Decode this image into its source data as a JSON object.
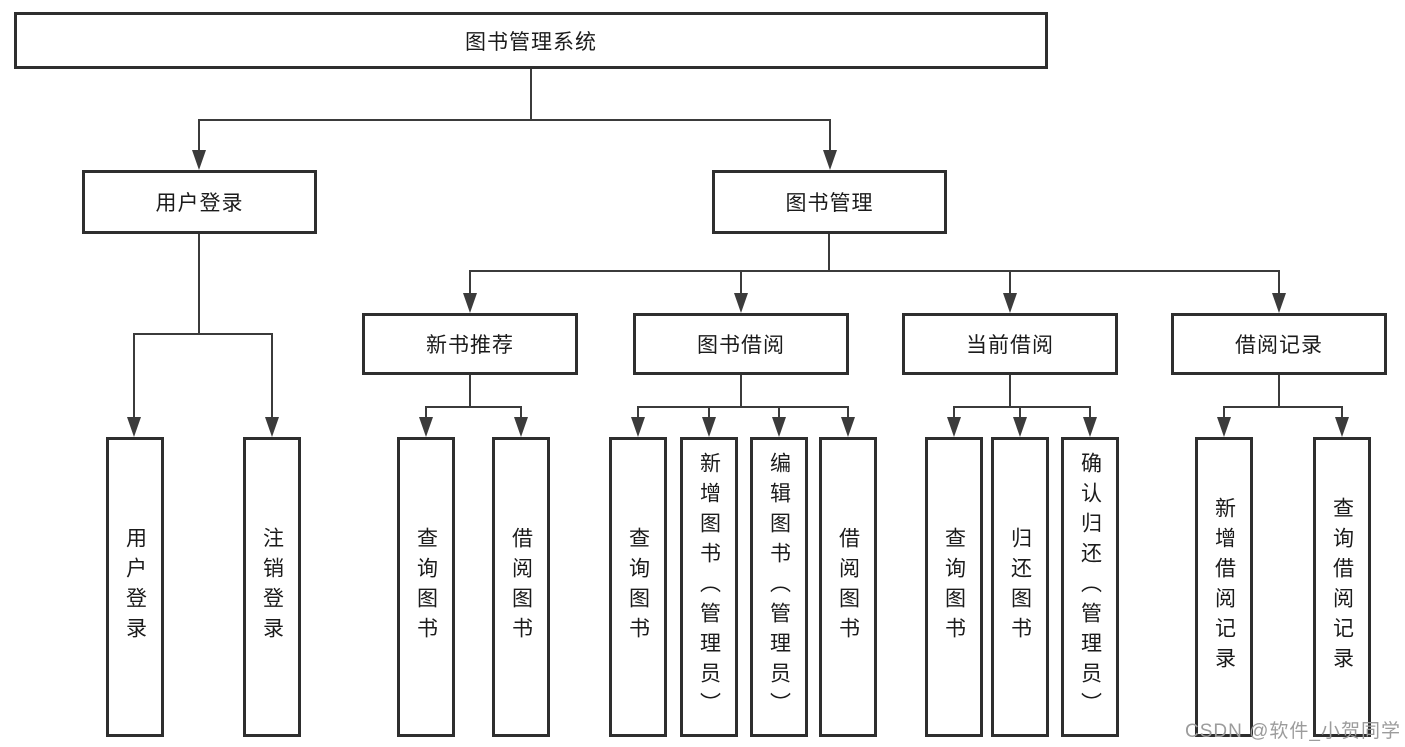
{
  "diagram": {
    "root": {
      "label": "图书管理系统"
    },
    "branches": [
      {
        "label": "用户登录",
        "children": [
          {
            "label": "用户登录"
          },
          {
            "label": "注销登录"
          }
        ]
      },
      {
        "label": "图书管理",
        "children": [
          {
            "label": "新书推荐",
            "children": [
              {
                "label": "查询图书"
              },
              {
                "label": "借阅图书"
              }
            ]
          },
          {
            "label": "图书借阅",
            "children": [
              {
                "label": "查询图书"
              },
              {
                "label": "新增图书（管理员）"
              },
              {
                "label": "编辑图书（管理员）"
              },
              {
                "label": "借阅图书"
              }
            ]
          },
          {
            "label": "当前借阅",
            "children": [
              {
                "label": "查询图书"
              },
              {
                "label": "归还图书"
              },
              {
                "label": "确认归还（管理员）"
              }
            ]
          },
          {
            "label": "借阅记录",
            "children": [
              {
                "label": "新增借阅记录"
              },
              {
                "label": "查询借阅记录"
              }
            ]
          }
        ]
      }
    ]
  },
  "watermark": {
    "text": "CSDN @软件_小贺同学"
  },
  "colors": {
    "line": "#3b3b3b",
    "box_border": "#2e2e2e",
    "text": "#1b1b1b",
    "watermark": "#9c9c9c",
    "background": "#ffffff"
  }
}
